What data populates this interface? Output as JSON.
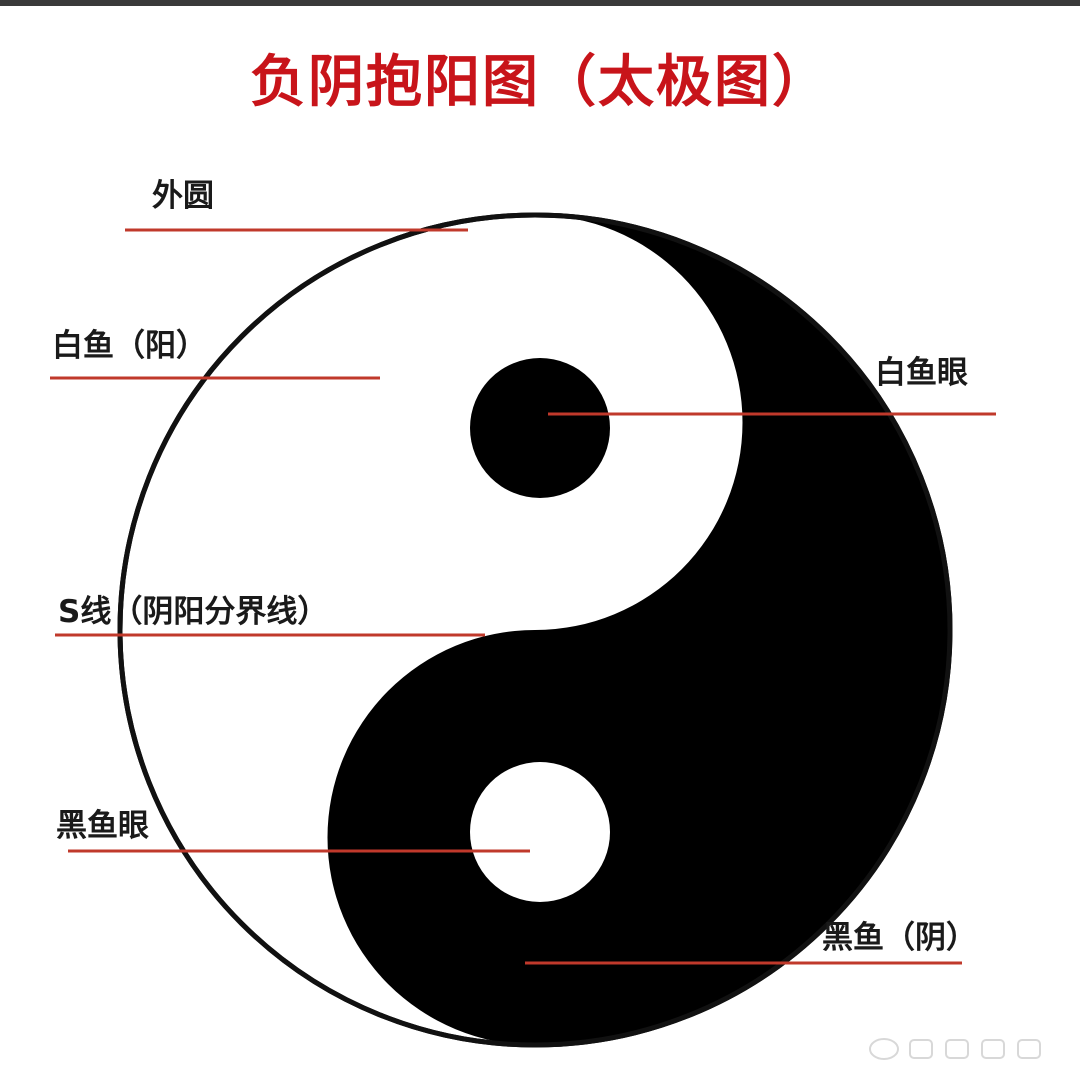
{
  "title": "负阴抱阳图（太极图）",
  "labels": {
    "outer_circle": "外圆",
    "white_fish": "白鱼（阳）",
    "white_fish_eye": "白鱼眼",
    "s_line": "S线（阴阳分界线）",
    "black_fish_eye": "黑鱼眼",
    "black_fish": "黑鱼（阴）"
  },
  "colors": {
    "title": "#c8141a",
    "leader_line": "#c0392b",
    "yin": "#000000",
    "yang": "#ffffff",
    "outline": "#111111"
  }
}
